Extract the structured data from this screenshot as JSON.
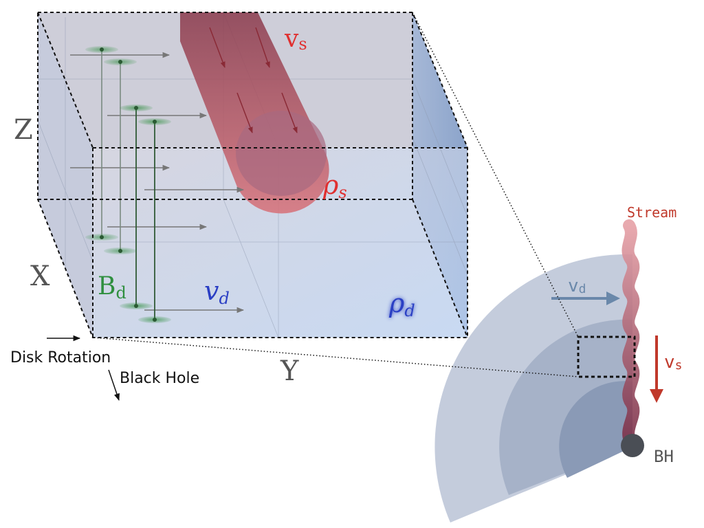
{
  "axes": {
    "z": "Z",
    "x": "X",
    "y": "Y"
  },
  "labels": {
    "stream_velocity": "v",
    "stream_velocity_sub": "s",
    "stream_density": "ρ",
    "stream_density_sub": "s",
    "disk_field": "B",
    "disk_field_sub": "d",
    "disk_velocity": "v",
    "disk_velocity_sub": "d",
    "disk_density": "ρ",
    "disk_density_sub": "d"
  },
  "legend": {
    "disk_rotation": "Disk Rotation",
    "black_hole": "Black Hole"
  },
  "overview": {
    "stream": "Stream",
    "disk_velocity": "v",
    "disk_velocity_sub": "d",
    "stream_velocity": "v",
    "stream_velocity_sub": "s",
    "black_hole": "BH"
  },
  "colors": {
    "stream": "#c8505e",
    "stream_label": "#e03030",
    "field": "#2f8f3f",
    "disk_velocity": "#2b3fc4",
    "overview_stream_label": "#c0392b",
    "overview_vd": "#6a88aa",
    "disk_fill": "#b9c8e4"
  }
}
